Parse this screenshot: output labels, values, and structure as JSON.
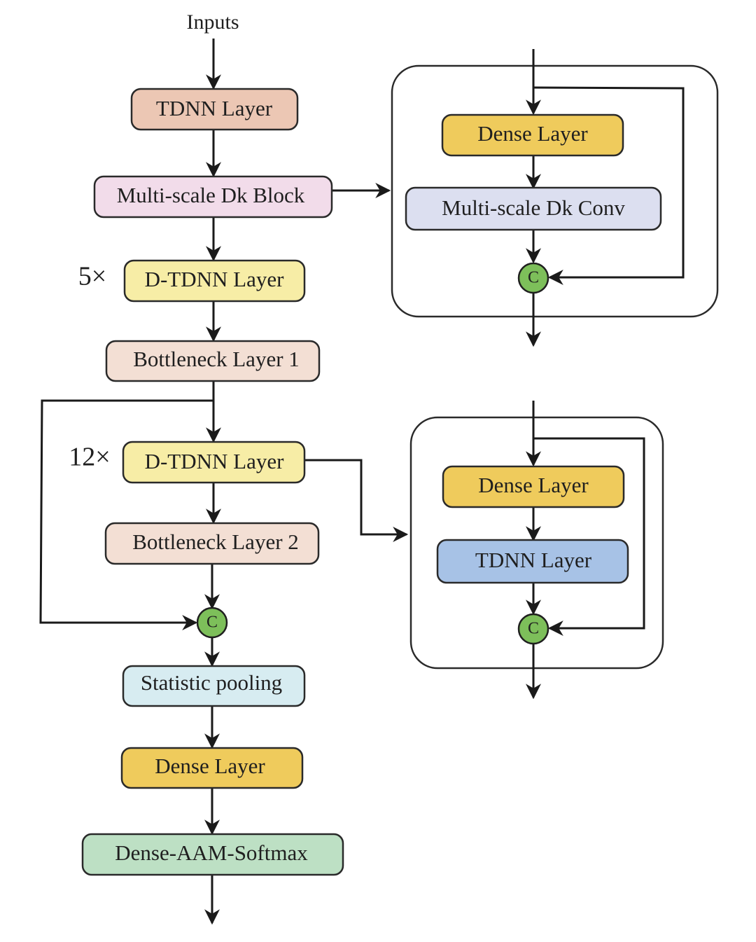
{
  "inputs_label": "Inputs",
  "main": {
    "tdnn": "TDNN Layer",
    "msdk_block": "Multi-scale Dk Block",
    "dtdnn_a": "D-TDNN Layer",
    "dtdnn_a_mult": "5×",
    "bottleneck1": "Bottleneck Layer 1",
    "dtdnn_b": "D-TDNN Layer",
    "dtdnn_b_mult": "12×",
    "bottleneck2": "Bottleneck Layer 2",
    "concat": "C",
    "stat_pool": "Statistic pooling",
    "dense": "Dense Layer",
    "aam": "Dense-AAM-Softmax"
  },
  "detail_top": {
    "dense": "Dense Layer",
    "conv": "Multi-scale Dk Conv",
    "concat": "C"
  },
  "detail_bottom": {
    "dense": "Dense Layer",
    "tdnn": "TDNN Layer",
    "concat": "C"
  },
  "colors": {
    "tdnn_salmon": "#ecc7b4",
    "msdk_pink": "#f2dcea",
    "dtdnn_yellow": "#f7eda6",
    "bottleneck_beige": "#f3dfd4",
    "stat_blue": "#d7ecf1",
    "dense_gold": "#efcb5c",
    "aam_green": "#bde0c4",
    "conv_lavender": "#dcdff0",
    "tdnn_blue": "#a7c2e6",
    "concat_green": "#7dbf5a"
  }
}
